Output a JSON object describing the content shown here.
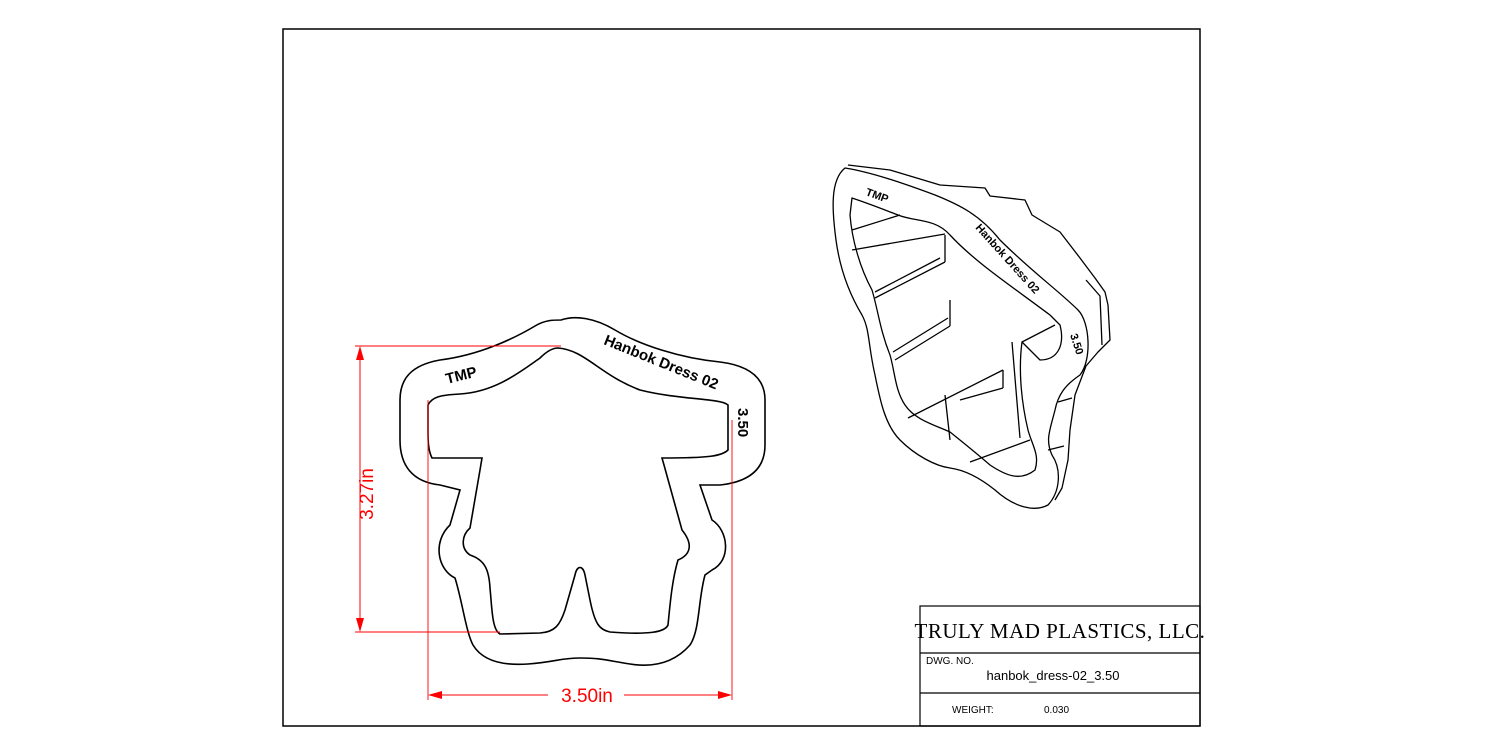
{
  "title_block": {
    "company": "TRULY MAD PLASTICS, LLC.",
    "dwg_no_label": "DWG.  NO.",
    "dwg_no": "hanbok_dress-02_3.50",
    "weight_label": "WEIGHT:",
    "weight": "0.030"
  },
  "dimensions": {
    "height": "3.27in",
    "width": "3.50in"
  },
  "embossed_text": {
    "maker": "TMP",
    "name": "Hanbok Dress 02",
    "size": "3.50"
  },
  "colors": {
    "dimension": "#ff0000",
    "line": "#000000",
    "background": "#ffffff"
  }
}
